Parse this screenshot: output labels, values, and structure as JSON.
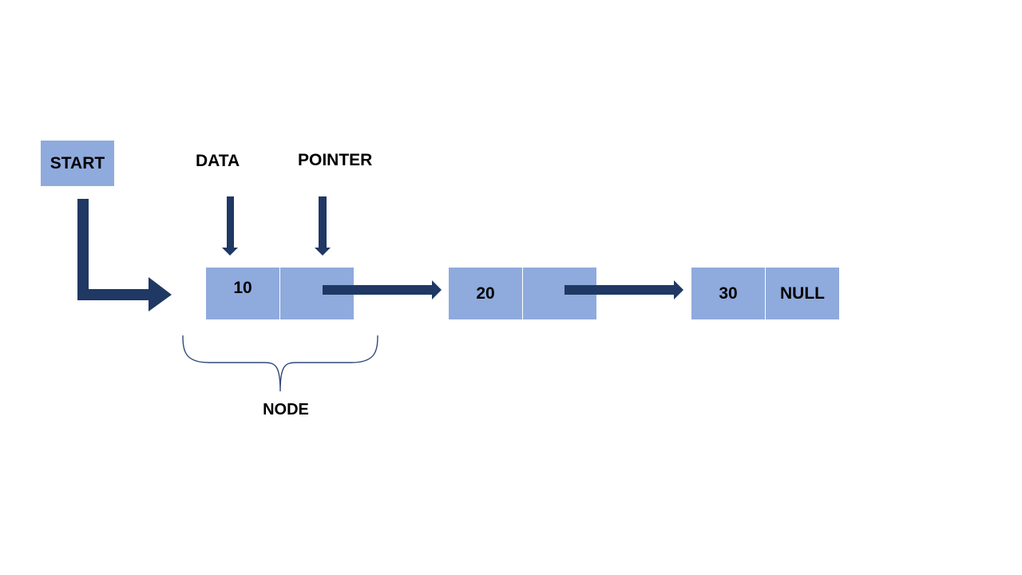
{
  "colors": {
    "cell_fill": "#8faadc",
    "arrow": "#1f3864",
    "brace": "#2f4a7a",
    "text": "#000000",
    "background": "#ffffff"
  },
  "diagram": {
    "start_label": "START",
    "data_label": "DATA",
    "pointer_label": "POINTER",
    "node_label": "NODE",
    "nodes": [
      {
        "data": "10",
        "pointer": ""
      },
      {
        "data": "20",
        "pointer": ""
      },
      {
        "data": "30",
        "pointer": "NULL"
      }
    ]
  }
}
